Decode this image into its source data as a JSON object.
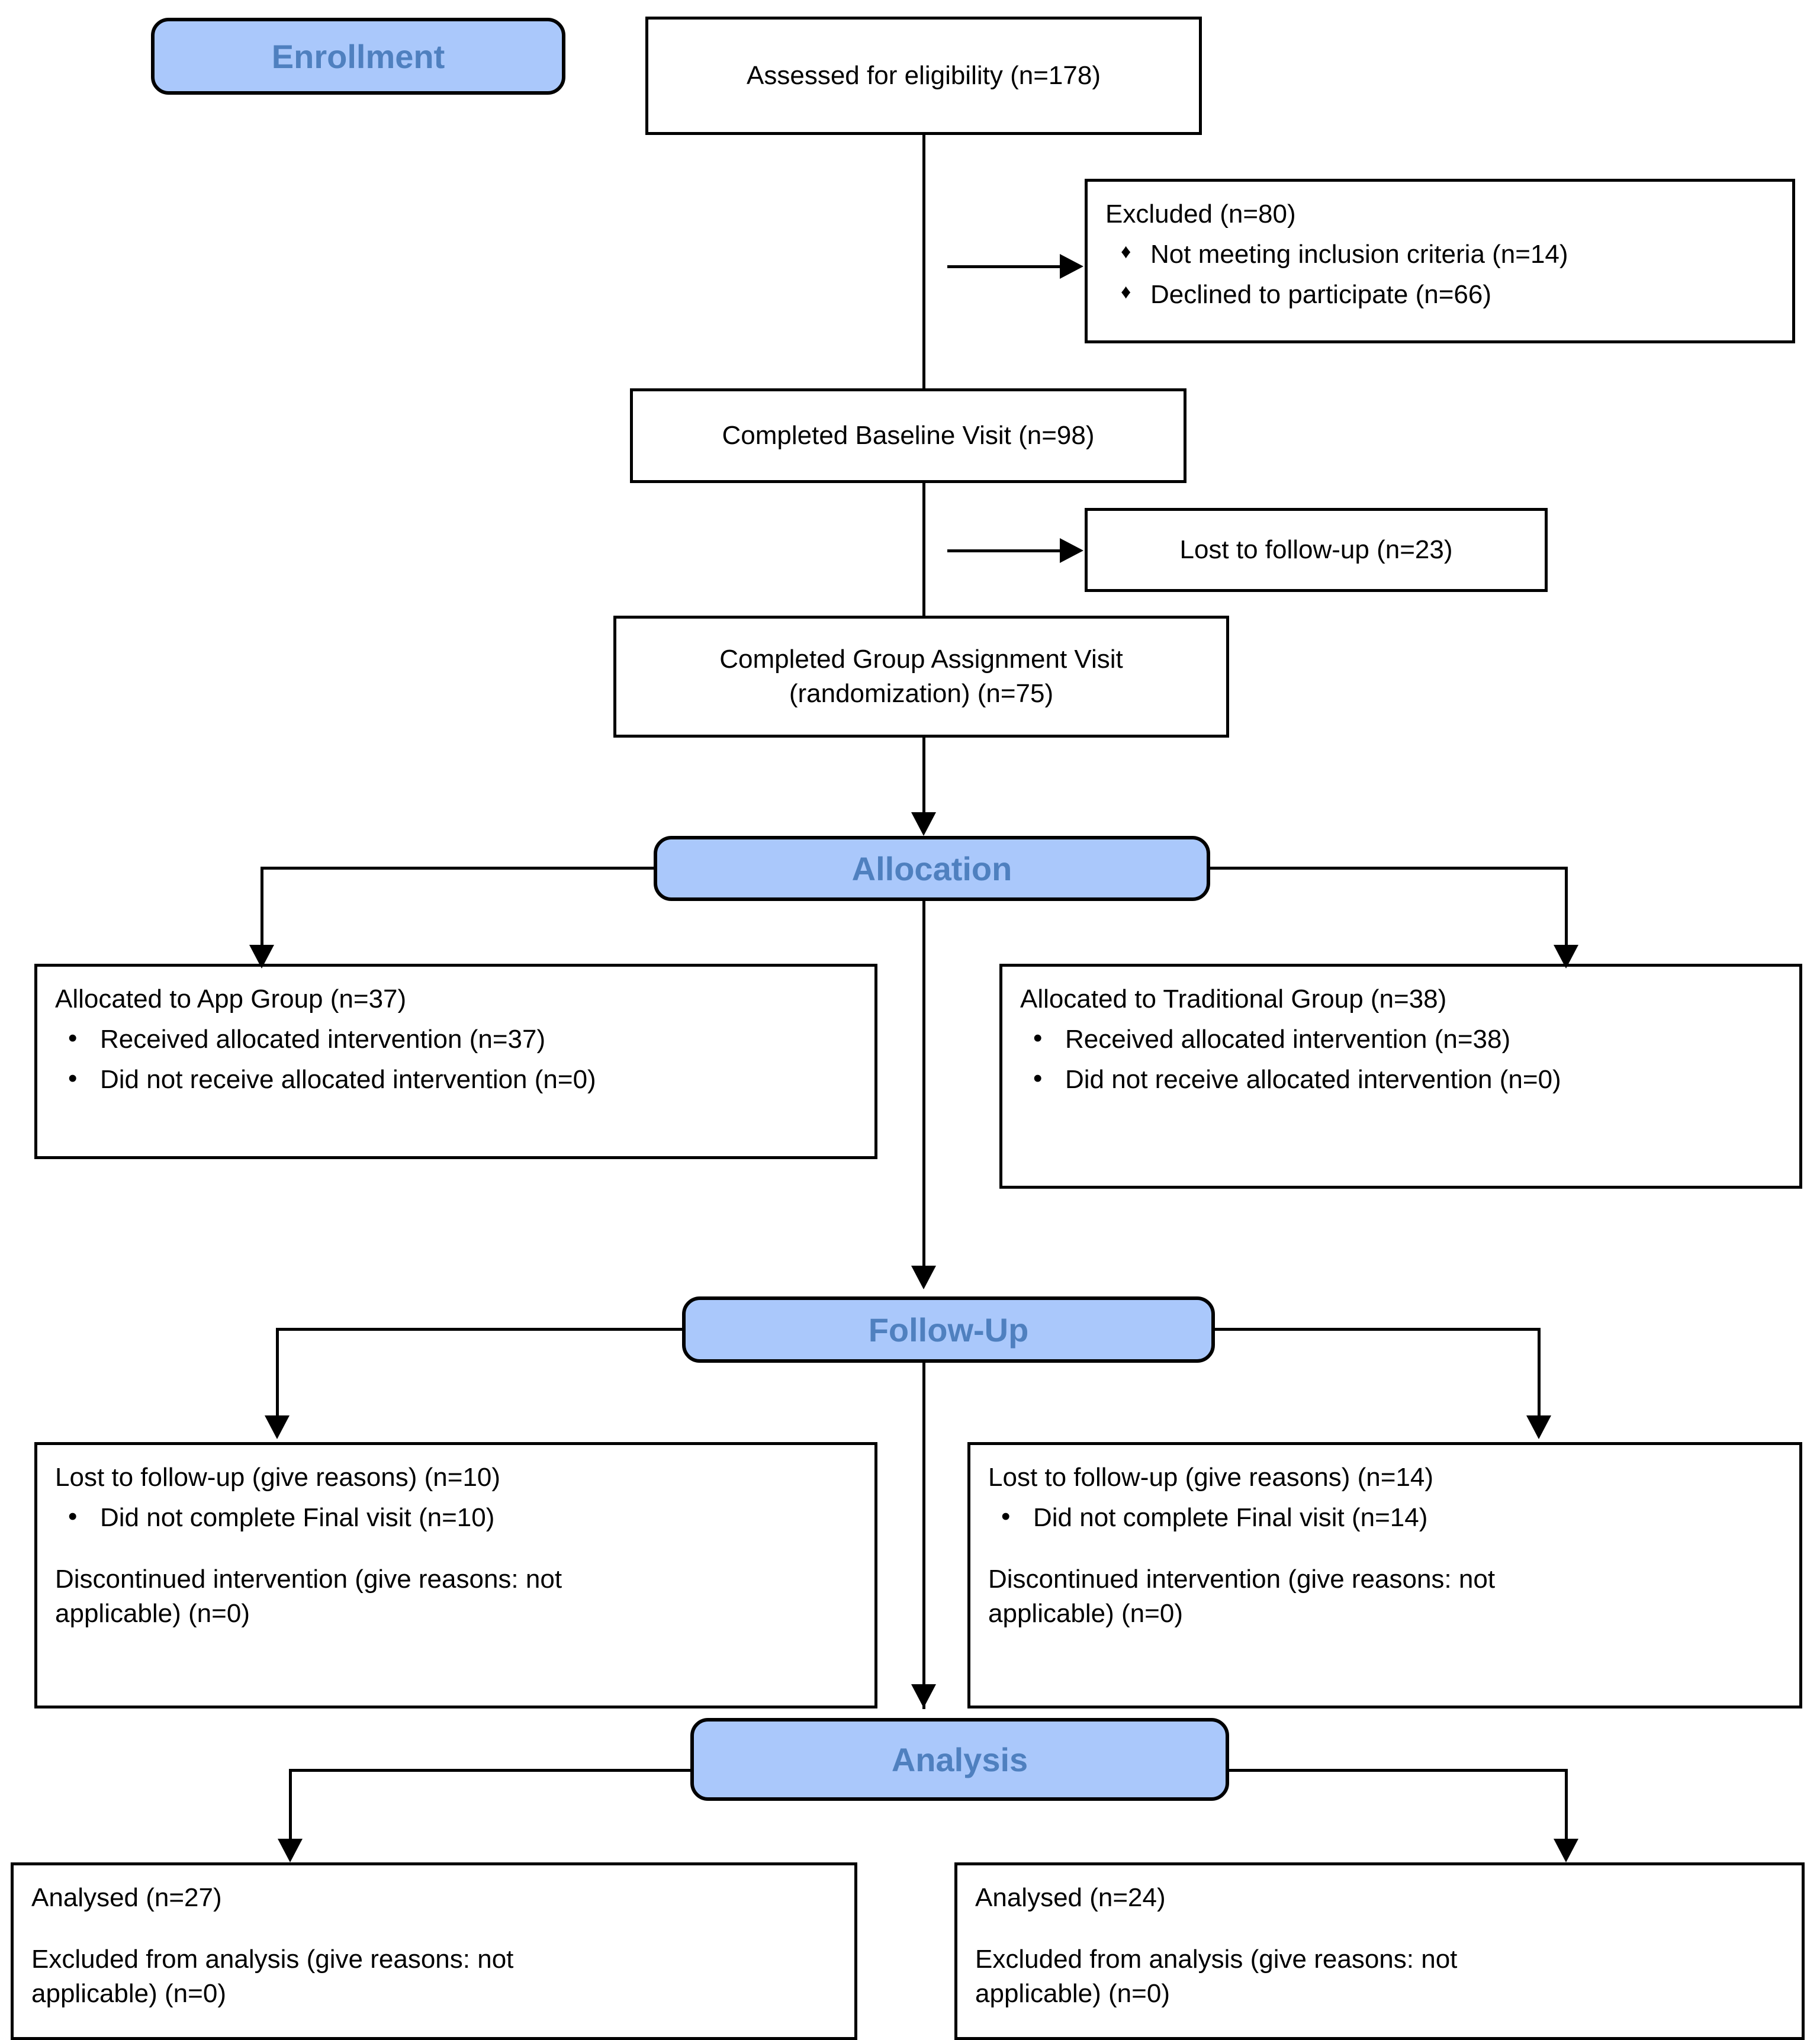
{
  "diagram": {
    "type": "CONSORT participant flow diagram",
    "colors": {
      "banner_fill": "#aac8fb",
      "banner_text": "#4f80bf",
      "line": "#000000",
      "box_fill": "#ffffff"
    }
  },
  "banners": {
    "enrollment": "Enrollment",
    "allocation": "Allocation",
    "followup": "Follow-Up",
    "analysis": "Analysis"
  },
  "enrollment": {
    "assessed": "Assessed for eligibility (n=178)",
    "excluded_title": "Excluded (n=80)",
    "excluded_items": [
      "Not meeting inclusion criteria (n=14)",
      "Declined to participate (n=66)"
    ],
    "baseline": "Completed Baseline Visit (n=98)",
    "lost_followup": "Lost to follow-up (n=23)",
    "randomization_line1": "Completed Group Assignment Visit",
    "randomization_line2": "(randomization) (n=75)"
  },
  "allocation": {
    "left": {
      "title": "Allocated to App Group (n=37)",
      "items": [
        "Received allocated intervention (n=37)",
        "Did not receive allocated intervention (n=0)"
      ]
    },
    "right": {
      "title": "Allocated to Traditional Group (n=38)",
      "items": [
        "Received allocated intervention (n=38)",
        "Did not receive allocated intervention (n=0)"
      ]
    }
  },
  "followup": {
    "left": {
      "lost_title": "Lost to follow-up (give reasons) (n=10)",
      "lost_items": [
        "Did not complete Final visit (n=10)"
      ],
      "discontinued_line1": "Discontinued intervention (give reasons: not",
      "discontinued_line2": "applicable) (n=0)"
    },
    "right": {
      "lost_title": "Lost to follow-up (give reasons) (n=14)",
      "lost_items": [
        "Did not complete Final visit (n=14)"
      ],
      "discontinued_line1": "Discontinued intervention (give reasons: not",
      "discontinued_line2": "applicable) (n=0)"
    }
  },
  "analysis": {
    "left": {
      "analysed": "Analysed (n=27)",
      "excluded_line1": "Excluded from analysis (give reasons: not",
      "excluded_line2": "applicable) (n=0)"
    },
    "right": {
      "analysed": "Analysed (n=24)",
      "excluded_line1": "Excluded from analysis (give reasons: not",
      "excluded_line2": "applicable) (n=0)"
    }
  },
  "chart_data": {
    "type": "table",
    "title": "CONSORT flow of participants",
    "stages": [
      {
        "stage": "Assessed for eligibility",
        "n": 178
      },
      {
        "stage": "Excluded",
        "n": 80
      },
      {
        "stage": "Not meeting inclusion criteria",
        "n": 14
      },
      {
        "stage": "Declined to participate",
        "n": 66
      },
      {
        "stage": "Completed Baseline Visit",
        "n": 98
      },
      {
        "stage": "Lost to follow-up (post baseline)",
        "n": 23
      },
      {
        "stage": "Completed Group Assignment Visit (randomization)",
        "n": 75
      },
      {
        "stage": "Allocated to App Group",
        "n": 37
      },
      {
        "stage": "App Group received allocated intervention",
        "n": 37
      },
      {
        "stage": "App Group did not receive allocated intervention",
        "n": 0
      },
      {
        "stage": "Allocated to Traditional Group",
        "n": 38
      },
      {
        "stage": "Traditional Group received allocated intervention",
        "n": 38
      },
      {
        "stage": "Traditional Group did not receive allocated intervention",
        "n": 0
      },
      {
        "stage": "App Group lost to follow-up",
        "n": 10
      },
      {
        "stage": "App Group did not complete Final visit",
        "n": 10
      },
      {
        "stage": "App Group discontinued intervention",
        "n": 0
      },
      {
        "stage": "Traditional Group lost to follow-up",
        "n": 14
      },
      {
        "stage": "Traditional Group did not complete Final visit",
        "n": 14
      },
      {
        "stage": "Traditional Group discontinued intervention",
        "n": 0
      },
      {
        "stage": "App Group analysed",
        "n": 27
      },
      {
        "stage": "App Group excluded from analysis",
        "n": 0
      },
      {
        "stage": "Traditional Group analysed",
        "n": 24
      },
      {
        "stage": "Traditional Group excluded from analysis",
        "n": 0
      }
    ]
  }
}
